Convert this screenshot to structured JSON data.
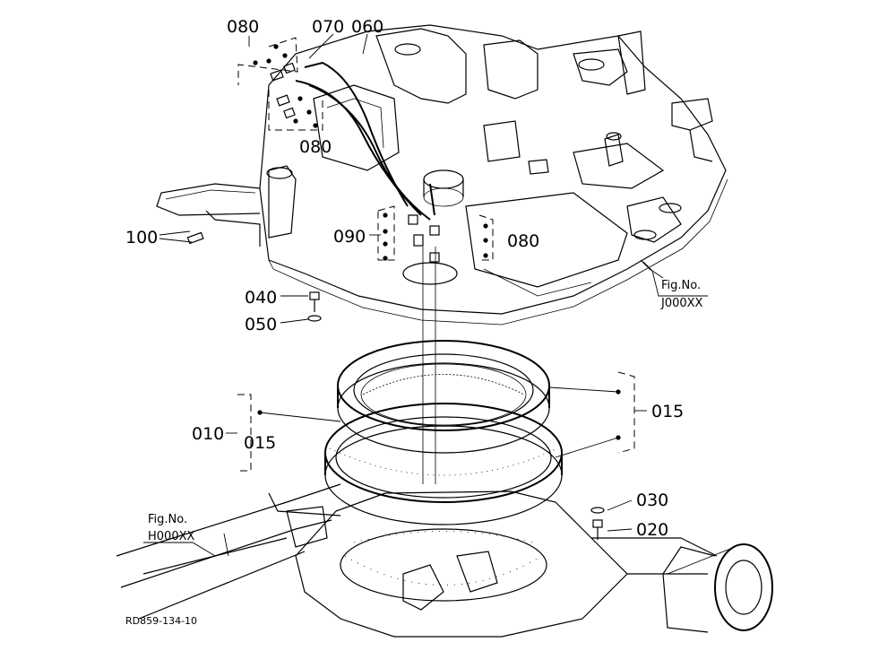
{
  "callouts": {
    "c080_top": "080",
    "c070": "070",
    "c060": "060",
    "c080_mid": "080",
    "c100": "100",
    "c090": "090",
    "c080_right": "080",
    "c040": "040",
    "c050": "050",
    "c015_right": "015",
    "c010": "010",
    "c015_left": "015",
    "c030": "030",
    "c020": "020"
  },
  "figrefs": {
    "upper_label": "Fig.No.",
    "upper_code": "J000XX",
    "lower_label": "Fig.No.",
    "lower_code": "H000XX"
  },
  "drawing_code": "RD859-134-10"
}
